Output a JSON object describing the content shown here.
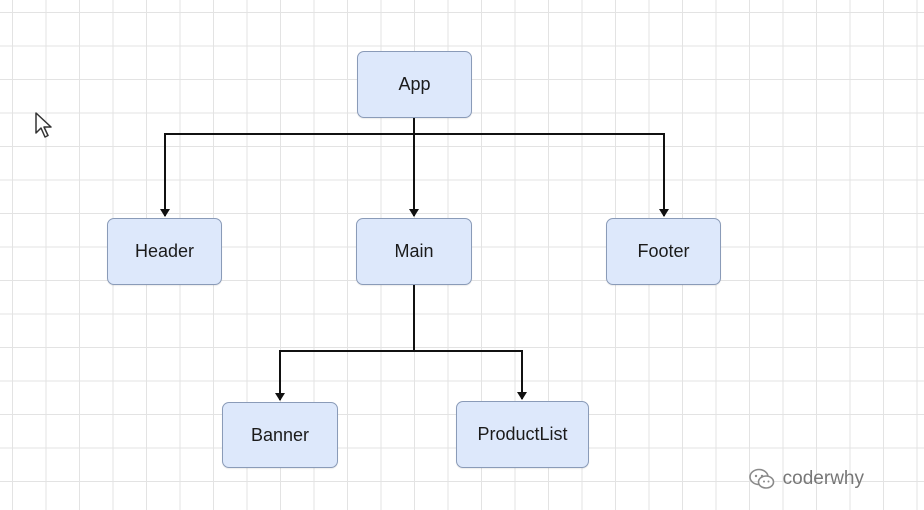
{
  "diagram": {
    "nodes": {
      "app": "App",
      "header": "Header",
      "main": "Main",
      "footer": "Footer",
      "banner": "Banner",
      "productlist": "ProductList"
    },
    "edges": [
      {
        "from": "App",
        "to": "Header"
      },
      {
        "from": "App",
        "to": "Main"
      },
      {
        "from": "App",
        "to": "Footer"
      },
      {
        "from": "Main",
        "to": "Banner"
      },
      {
        "from": "Main",
        "to": "ProductList"
      }
    ]
  },
  "watermark": {
    "text": "coderwhy",
    "icon": "wechat-icon"
  },
  "colors": {
    "node_fill": "#dde8fb",
    "node_border": "#8a9bb8",
    "edge": "#111111",
    "grid": "#e3e3e3"
  }
}
